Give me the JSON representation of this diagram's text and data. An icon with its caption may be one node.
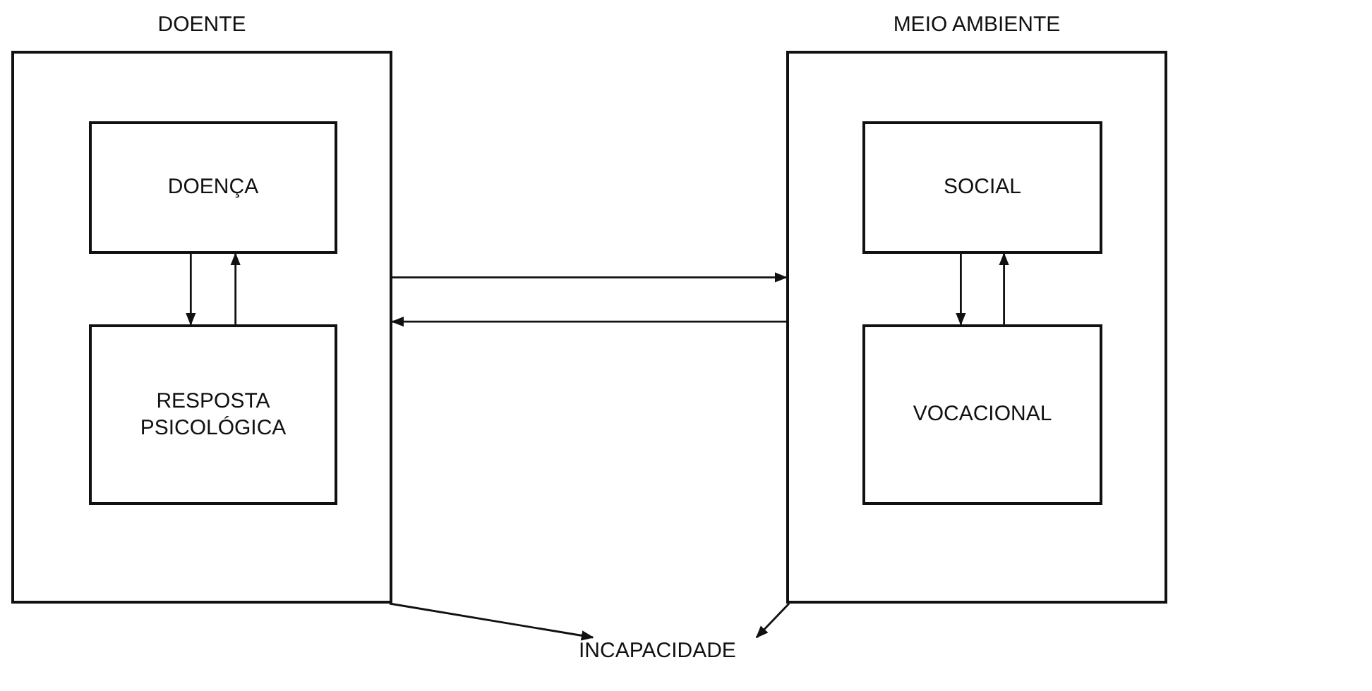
{
  "diagram": {
    "nodes": [
      {
        "text": [
          "DOENTE"
        ]
      },
      {
        "text": [
          "DOENÇA"
        ],
        "in": 0
      },
      {
        "text": [
          "RESPOSTA PSICOLÓGICA"
        ],
        "in": 0
      },
      {
        "text": [
          "MEIO AMBIENTE"
        ]
      },
      {
        "text": [
          "SOCIAL"
        ],
        "in": 3
      },
      {
        "text": [
          "VOCACIONAL"
        ],
        "in": 3
      },
      {
        "text": [
          "INCAPACIDADE"
        ]
      }
    ],
    "edges": [
      {
        "from": 1,
        "to": 2,
        "arrow": "to"
      },
      {
        "from": 2,
        "to": 1,
        "arrow": "to"
      },
      {
        "from": 4,
        "to": 5,
        "arrow": "to"
      },
      {
        "from": 5,
        "to": 4,
        "arrow": "to"
      },
      {
        "from": 0,
        "to": 3,
        "arrow": "to"
      },
      {
        "from": 3,
        "to": 0,
        "arrow": "to"
      },
      {
        "from": 0,
        "to": 6,
        "arrow": "to"
      },
      {
        "from": 3,
        "to": 6,
        "arrow": "to"
      }
    ]
  }
}
